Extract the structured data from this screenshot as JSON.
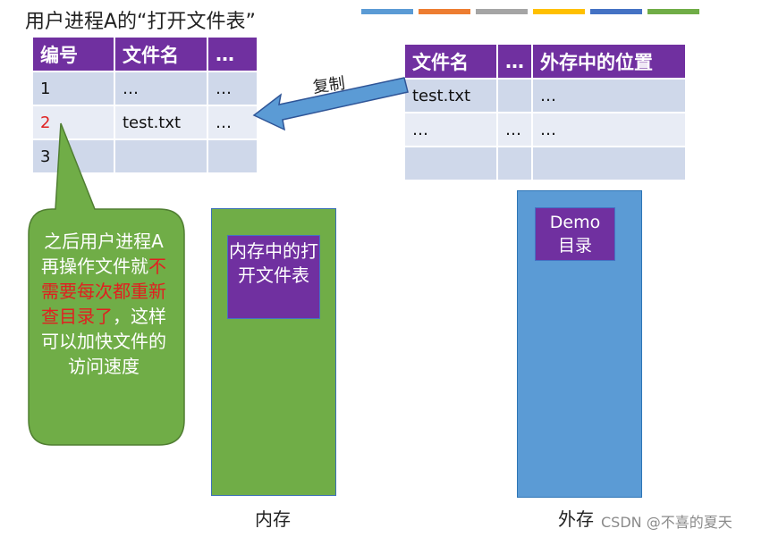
{
  "title": "用户进程A的“打开文件表”",
  "color_strip": [
    "#5B9BD5",
    "#ED7D31",
    "#A5A5A5",
    "#FFC000",
    "#4472C4",
    "#70AD47"
  ],
  "left_table": {
    "headers": [
      "编号",
      "文件名",
      "…"
    ],
    "rows": [
      [
        "1",
        "…",
        "…"
      ],
      [
        "2",
        "test.txt",
        "…"
      ],
      [
        "3",
        "",
        ""
      ]
    ]
  },
  "right_table": {
    "headers": [
      "文件名",
      "…",
      "外存中的位置"
    ],
    "rows": [
      [
        "test.txt",
        "",
        "…"
      ],
      [
        "…",
        "…",
        "…"
      ],
      [
        "",
        "",
        ""
      ]
    ]
  },
  "arrow_label": "复制",
  "callout": {
    "part1": "之后用户进程A再操作文件就",
    "highlight": "不需要每次都重新查目录了",
    "part2": "，这样可以加快文件的访问速度"
  },
  "memory": {
    "box_text": "内存中的打开文件表",
    "label": "内存"
  },
  "disk": {
    "box_line1": "Demo",
    "box_line2": "目录",
    "label": "外存"
  },
  "watermark": "CSDN @不喜的夏天",
  "colors": {
    "header_purple": "#7030A0",
    "row_light": "#CFD8EA",
    "row_lighter": "#E8ECF5",
    "arrow_blue": "#5B9BD5",
    "callout_green": "#70AD47",
    "highlight_red": "#E02020"
  }
}
